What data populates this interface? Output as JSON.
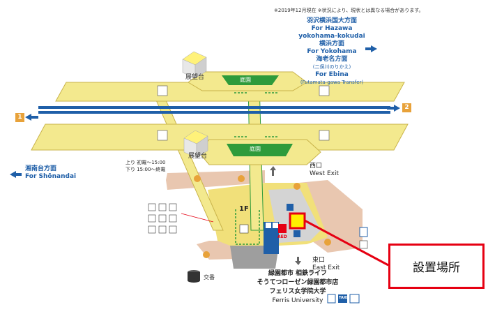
{
  "note": "※2019年12月現在 ※状況により、現状とは異なる場合があります。",
  "direction_east": {
    "line1": "羽沢横浜国大方面",
    "line2": "For Hazawa",
    "line3": "yokohama-kokudai",
    "line4": "横浜方面",
    "line5": "For Yokohama",
    "line6": "海老名方面",
    "line7": "(二俣川のりかえ)",
    "line8": "For Ebina",
    "line9": "(Futamata-gawa Transfer)"
  },
  "direction_west": {
    "line1": "湘南台方面",
    "line2": "For Shōnandai"
  },
  "platforms": {
    "left": "1",
    "right": "2"
  },
  "observation_deck": "展望台",
  "garden": "庭園",
  "escalator_hours": {
    "up": "上り 初電～15:00",
    "down": "下り 15:00～終電"
  },
  "floor": "1F",
  "west_exit": {
    "ja": "西口",
    "en": "West Exit"
  },
  "east_exit": {
    "ja": "東口",
    "en": "East Exit"
  },
  "aed": "AED",
  "police_box": "交番",
  "destinations": {
    "line1": "緑園都市 相鉄ライフ",
    "line2": "そうてつローゼン緑園都市店",
    "line3": "フェリス女学院大学",
    "line4": "Ferris University"
  },
  "taxi": "TAXI",
  "callout": "設置場所",
  "colors": {
    "platform_yellow": "#f3e98e",
    "track_blue": "#1f5fa8",
    "concourse_yellow": "#f1e07a",
    "building_brown": "#e9c7b0",
    "marker_red": "#e60012",
    "marker_yellow": "#ffee00",
    "garden_green": "#2e9b3b"
  }
}
